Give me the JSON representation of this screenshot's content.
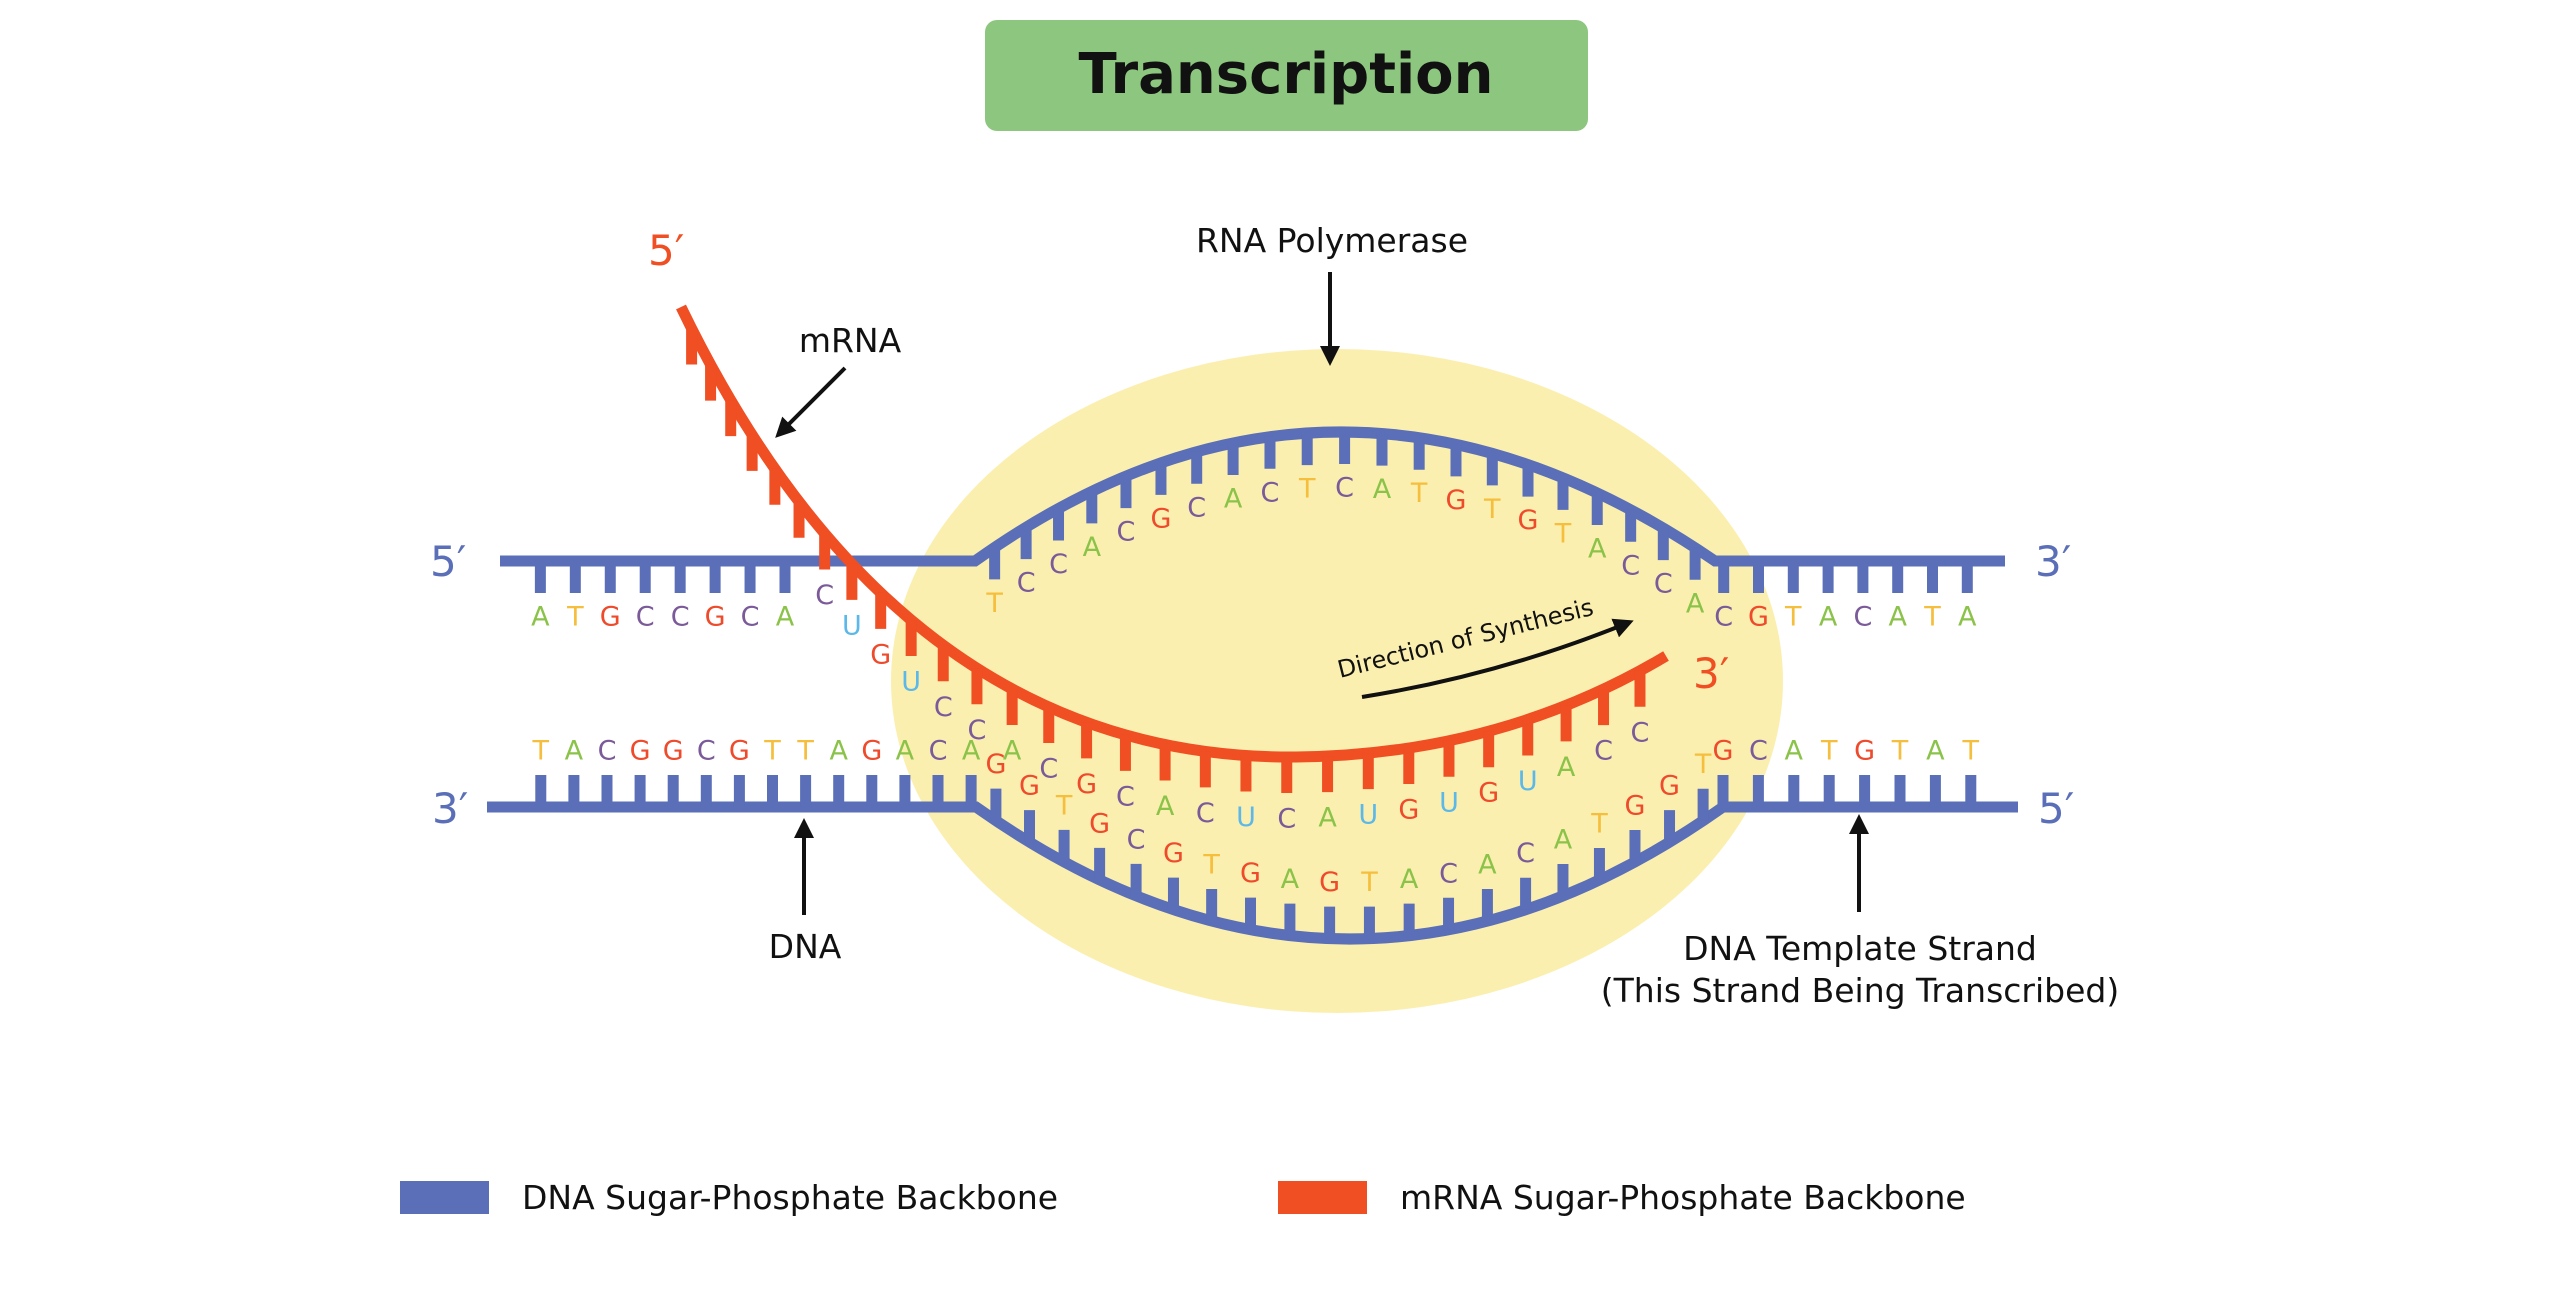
{
  "title": "Transcription",
  "colors": {
    "title_bg": "#8dc67f",
    "dna_backbone": "#5a6fb8",
    "mrna_backbone": "#f04e23",
    "polymerase": "#fbefb0",
    "A": "#8bc34a",
    "T": "#f5be3c",
    "G": "#ee4a2b",
    "C": "#7b5a9a",
    "U": "#5bb8e8"
  },
  "labels": {
    "rna_polymerase": "RNA Polymerase",
    "mrna": "mRNA",
    "dna": "DNA",
    "template_line1": "DNA Template Strand",
    "template_line2": "(This Strand Being Transcribed)",
    "direction": "Direction of Synthesis"
  },
  "ends": {
    "top_left": "5′",
    "top_right": "3′",
    "bottom_left": "3′",
    "bottom_right": "5′",
    "mrna_start": "5′",
    "mrna_end": "3′"
  },
  "sequences": {
    "coding_left": "ATGCCGCA",
    "coding_bubble": "TCCACGCACTCATGTGTACCA",
    "coding_right": "CGTACATA",
    "template_left": "TACGGCGTTAGACA",
    "template_bubble": "GGTGCGTGAGTACACATGGT",
    "template_right": "GCATGTAT",
    "mrna": "CUGUCCACGCACUCAUGUGUACC"
  },
  "legend": [
    {
      "label": "DNA Sugar-Phosphate Backbone",
      "color": "#5a6fb8"
    },
    {
      "label": "mRNA Sugar-Phosphate Backbone",
      "color": "#f04e23"
    }
  ]
}
